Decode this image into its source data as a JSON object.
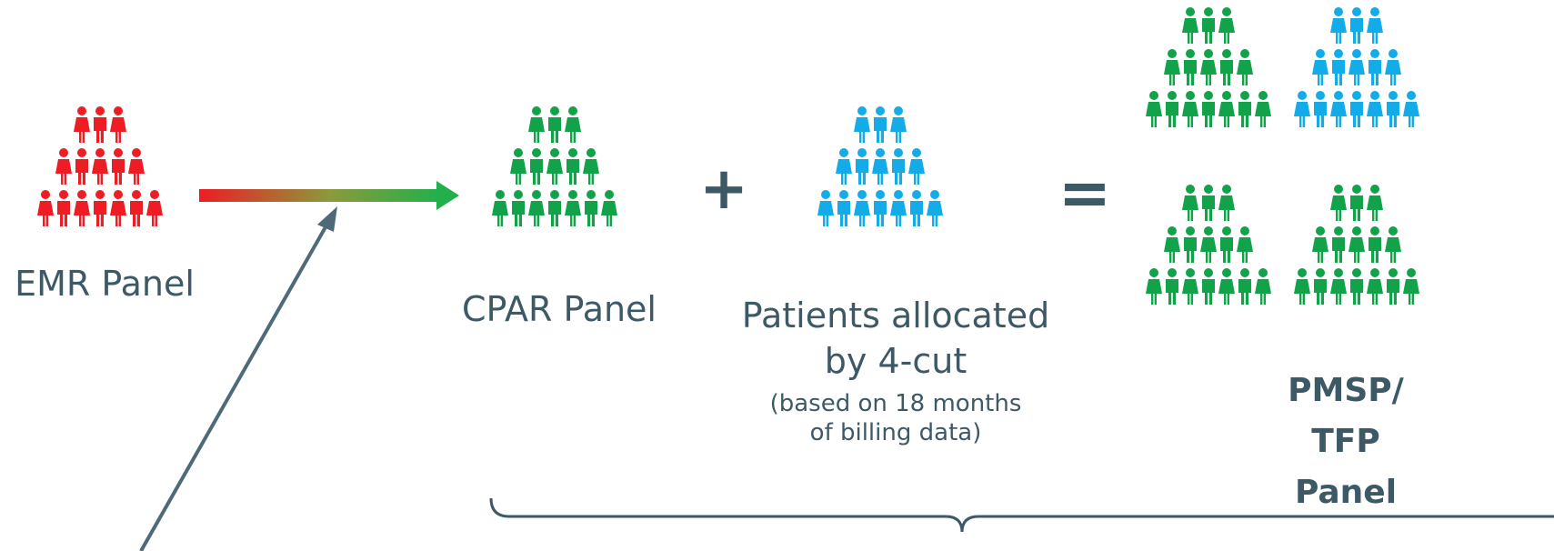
{
  "colors": {
    "emr": "#ee1d24",
    "cpar": "#12a24a",
    "allocated": "#14ace8",
    "text": "#3d5966",
    "connector": "#4e6a79"
  },
  "groups": {
    "emr": {
      "label": "EMR Panel",
      "icon": "people-pyramid-icon",
      "color_key": "emr"
    },
    "cpar": {
      "label": "CPAR Panel",
      "icon": "people-pyramid-icon",
      "color_key": "cpar"
    },
    "allocated": {
      "label_line1": "Patients allocated",
      "label_line2": "by 4-cut",
      "note_line1": "(based on 18 months",
      "note_line2": "of billing data)",
      "icon": "people-pyramid-icon",
      "color_key": "allocated"
    },
    "result": {
      "label_line1": "PMSP/ TFP",
      "label_line2": "Panel"
    }
  },
  "operators": {
    "plus": "+",
    "equals": "="
  }
}
